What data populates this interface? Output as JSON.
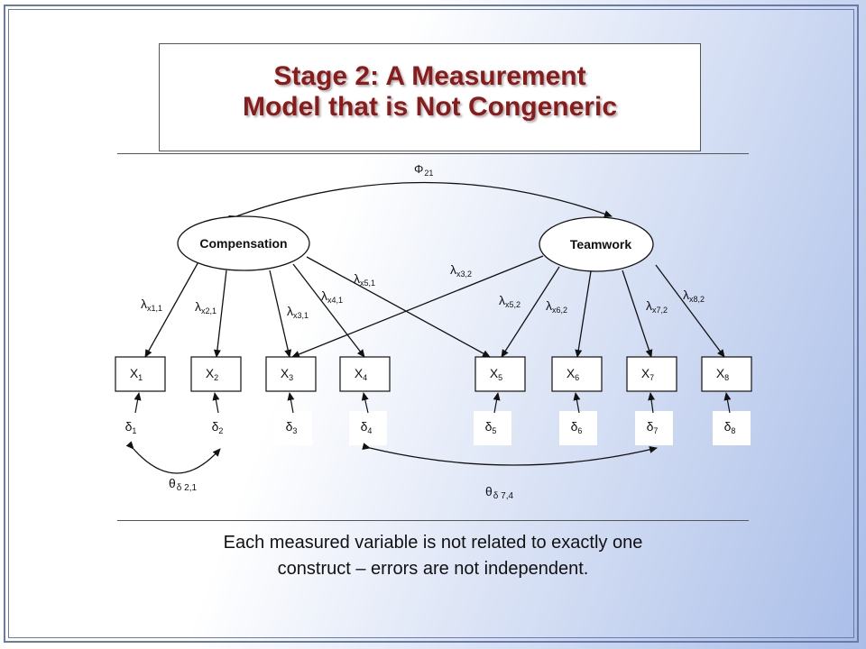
{
  "title": {
    "line1": "Stage 2:  A Measurement",
    "line2": "Model that is Not Congeneric"
  },
  "constructs": [
    {
      "id": "compensation",
      "label": "Compensation"
    },
    {
      "id": "teamwork",
      "label": "Teamwork"
    }
  ],
  "covariance_label": {
    "symbol": "Φ",
    "sub": "21"
  },
  "indicators": [
    {
      "base": "X",
      "sub": "1"
    },
    {
      "base": "X",
      "sub": "2"
    },
    {
      "base": "X",
      "sub": "3"
    },
    {
      "base": "X",
      "sub": "4"
    },
    {
      "base": "X",
      "sub": "5"
    },
    {
      "base": "X",
      "sub": "6"
    },
    {
      "base": "X",
      "sub": "7"
    },
    {
      "base": "X",
      "sub": "8"
    }
  ],
  "errors": [
    {
      "base": "δ",
      "sub": "1"
    },
    {
      "base": "δ",
      "sub": "2"
    },
    {
      "base": "δ",
      "sub": "3"
    },
    {
      "base": "δ",
      "sub": "4"
    },
    {
      "base": "δ",
      "sub": "5"
    },
    {
      "base": "δ",
      "sub": "6"
    },
    {
      "base": "δ",
      "sub": "7"
    },
    {
      "base": "δ",
      "sub": "8"
    }
  ],
  "loadings": [
    {
      "base": "λ",
      "sub": "x1,1"
    },
    {
      "base": "λ",
      "sub": "x2,1"
    },
    {
      "base": "λ",
      "sub": "x3,1"
    },
    {
      "base": "λ",
      "sub": "x4,1"
    },
    {
      "base": "λ",
      "sub": "x5,1"
    },
    {
      "base": "λ",
      "sub": "x3,2"
    },
    {
      "base": "λ",
      "sub": "x5,2"
    },
    {
      "base": "λ",
      "sub": "x6,2"
    },
    {
      "base": "λ",
      "sub": "x7,2"
    },
    {
      "base": "λ",
      "sub": "x8,2"
    }
  ],
  "error_covariances": [
    {
      "symbol": "θ",
      "sub": "δ 2,1"
    },
    {
      "symbol": "θ",
      "sub": "δ 7,4"
    }
  ],
  "caption": {
    "line1": "Each measured variable is not related to exactly one",
    "line2": "construct  –  errors are not independent."
  }
}
